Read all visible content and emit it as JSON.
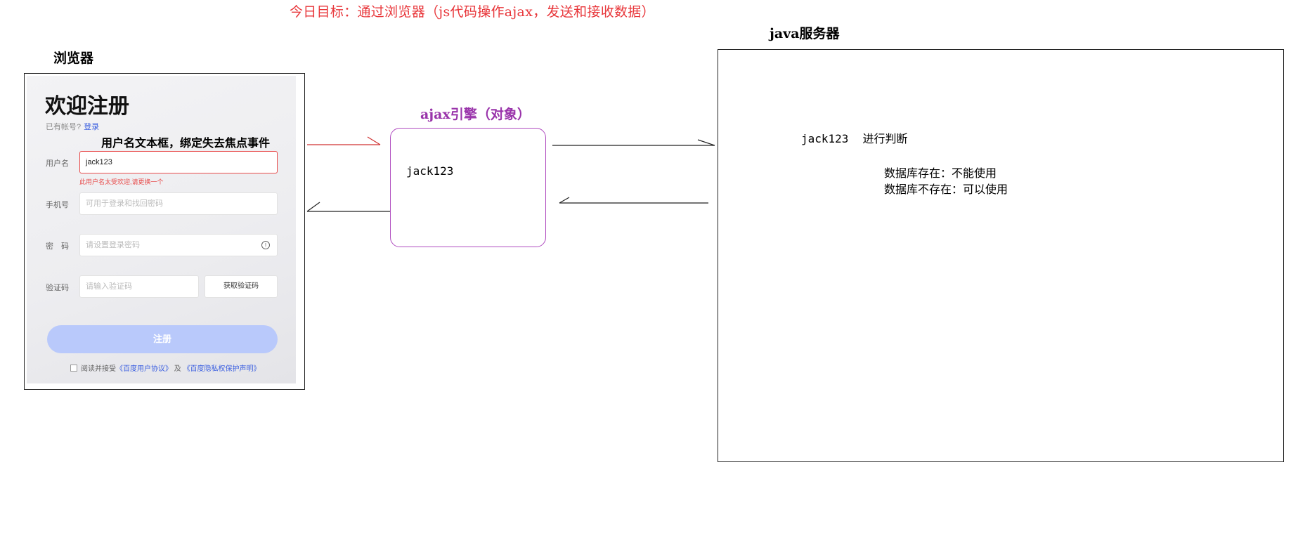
{
  "goal_title": "今日目标：通过浏览器（js代码操作ajax，发送和接收数据）",
  "browser_label": "浏览器",
  "server_label": "java服务器",
  "ajax_label": "ajax引擎（对象）",
  "ajax_value": "jack123",
  "form": {
    "title": "欢迎注册",
    "has_account": "已有帐号?",
    "login_link": "登录",
    "annotation": "用户名文本框，绑定失去焦点事件",
    "username_label": "用户名",
    "username_value": "jack123",
    "username_error": "此用户名太受欢迎,请更换一个",
    "phone_label": "手机号",
    "phone_placeholder": "可用于登录和找回密码",
    "password_label": "密　码",
    "password_placeholder": "请设置登录密码",
    "captcha_label": "验证码",
    "captcha_placeholder": "请输入验证码",
    "get_code_button": "获取验证码",
    "register_button": "注册",
    "agree_text": "阅读并接受",
    "agree_link1": "《百度用户协议》",
    "agree_and": "及",
    "agree_link2": "《百度隐私权保护声明》"
  },
  "server": {
    "value": "jack123",
    "judge": "进行判断",
    "exists": "数据库存在：不能使用",
    "not_exists": "数据库不存在：可以使用"
  },
  "colors": {
    "goal": "#e8363a",
    "ajax": "#9933aa",
    "error": "#e84a4a",
    "link": "#3b5fe0",
    "register_button": "#b9c9fb"
  }
}
